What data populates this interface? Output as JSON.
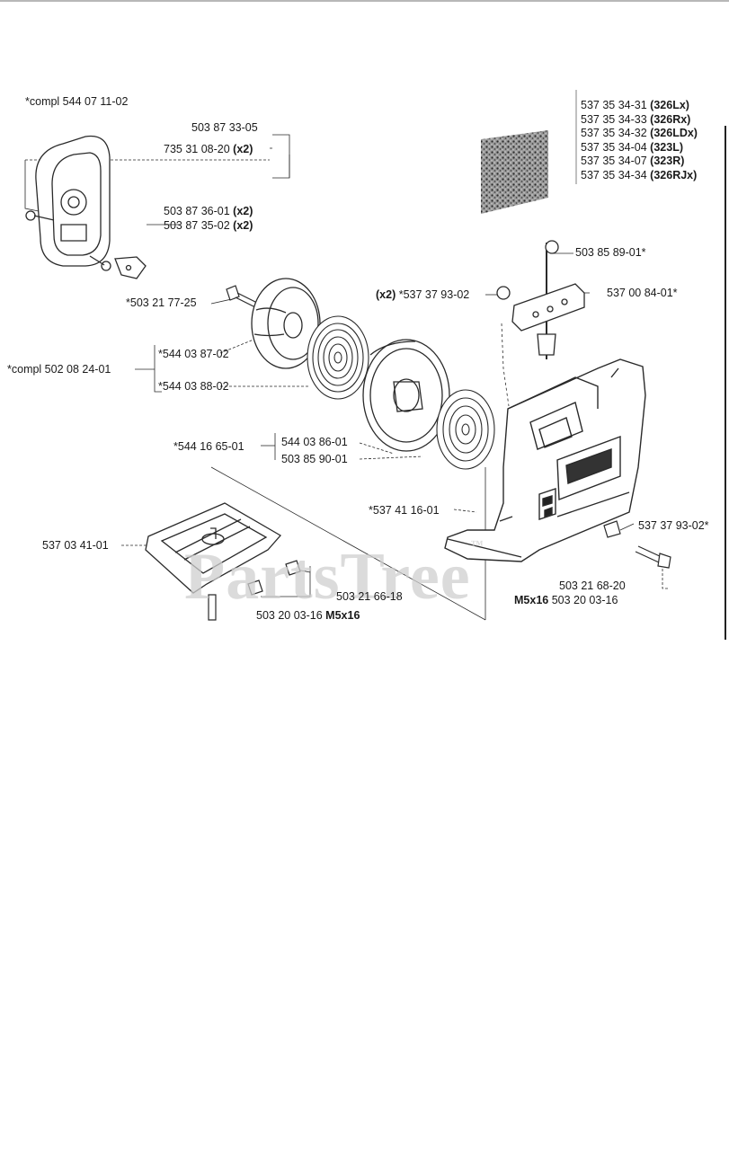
{
  "watermark": "PartsTree",
  "labels": {
    "compl_544_07_11_02": "*compl 544 07 11-02",
    "p503_87_33_05": "503 87 33-05",
    "p735_31_08_20": "735 31 08-20",
    "p503_87_36_01": "503 87 36-01",
    "p503_87_35_02": "503 87 35-02",
    "qty_x2": "(x2)",
    "p503_21_77_25": "*503 21 77-25",
    "p544_03_87_02": "*544 03 87-02",
    "compl_502_08_24_01": "*compl 502 08 24-01",
    "p544_03_88_02": "*544 03 88-02",
    "p544_16_65_01": "*544 16 65-01",
    "p544_03_86_01": "544 03 86-01",
    "p503_85_90_01": "503 85 90-01",
    "p537_37_93_02_a": "*537 37 93-02",
    "p503_85_89_01": "503 85 89-01*",
    "p537_00_84_01": "537 00 84-01*",
    "p537_41_16_01": "*537 41 16-01",
    "p537_37_93_02_b": "537 37 93-02*",
    "p537_03_41_01": "537 03 41-01",
    "p503_21_66_18": "503 21 66-18",
    "p503_20_03_16_a": "503 20 03-16",
    "m5x16": "M5x16",
    "p503_21_68_20": "503 21 68-20",
    "p503_20_03_16_b": "503 20 03-16"
  },
  "variants": [
    {
      "part": "537 35 34-31",
      "model": "(326Lx)"
    },
    {
      "part": "537 35 34-33",
      "model": "(326Rx)"
    },
    {
      "part": "537 35 34-32",
      "model": "(326LDx)"
    },
    {
      "part": "537 35 34-04",
      "model": "(323L)"
    },
    {
      "part": "537 35 34-07",
      "model": "(323R)"
    },
    {
      "part": "537 35 34-34",
      "model": "(326RJx)"
    }
  ]
}
